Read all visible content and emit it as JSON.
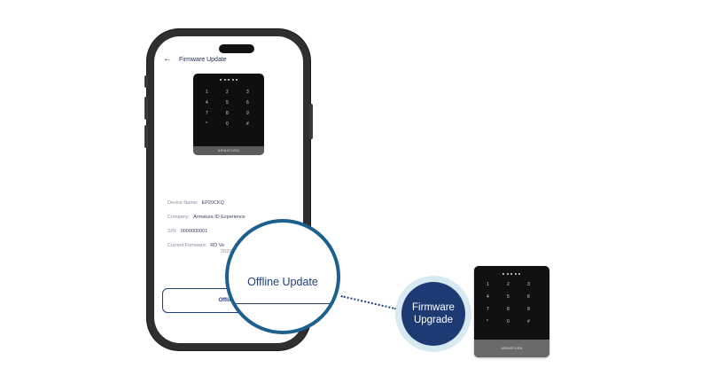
{
  "screen": {
    "back_icon": "arrow-left-icon",
    "title": "Firmware Update",
    "device_brand": "ARMATURA",
    "keypad": [
      "1",
      "2",
      "3",
      "4",
      "5",
      "6",
      "7",
      "8",
      "9",
      "*",
      "0",
      "#"
    ],
    "info": {
      "device_name_label": "Device Name:",
      "device_name_value": "EP20CKQ",
      "company_label": "Company:",
      "company_value": "Armatura ID Experience",
      "sn_label": "S/N:",
      "sn_value": "0000000001",
      "firmware_label": "Current Firmware:",
      "firmware_value_line1": "RD Ve",
      "firmware_value_line2": "2023"
    },
    "offline_button_label": "Offline U"
  },
  "magnifier": {
    "label": "Offline Update"
  },
  "badge": {
    "line1": "Firmware",
    "line2": "Upgrade"
  },
  "reader": {
    "brand": "ARMATURA",
    "keypad": [
      "1",
      "2",
      "3",
      "4",
      "5",
      "6",
      "7",
      "8",
      "9",
      "*",
      "0",
      "#"
    ]
  }
}
